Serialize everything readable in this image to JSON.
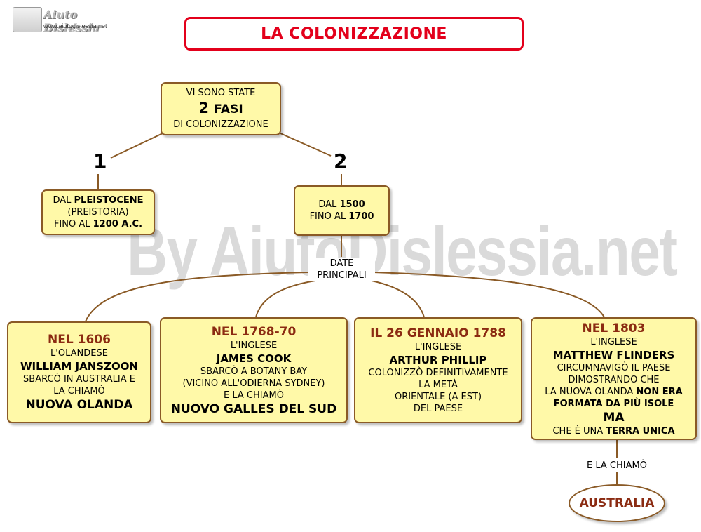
{
  "logo": {
    "name": "Aiuto Dislessia",
    "url": "www.aiutodislessia.net"
  },
  "title": "LA COLONIZZAZIONE",
  "watermark": "By AiutoDislessia.net",
  "root": {
    "line1": "VI SONO STATE",
    "line2a": "2 ",
    "line2b": "FASI",
    "line3": "DI COLONIZZAZIONE"
  },
  "branch_numbers": [
    "1",
    "2"
  ],
  "phase1": {
    "l1a": "DAL ",
    "l1b": "PLEISTOCENE",
    "l2": "(PREISTORIA)",
    "l3a": "FINO AL ",
    "l3b": "1200 A.C."
  },
  "phase2": {
    "l1a": "DAL ",
    "l1b": "1500",
    "l2a": "FINO AL ",
    "l2b": "1700"
  },
  "dates_label": {
    "line1": "DATE",
    "line2": "PRINCIPALI"
  },
  "events": [
    {
      "date": "NEL 1606",
      "l1": "L'OLANDESE",
      "name": "WILLIAM JANSZOON",
      "l2": "SBARCÒ IN AUSTRALIA E",
      "l3": "LA CHIAMÒ",
      "result": "NUOVA OLANDA"
    },
    {
      "date": "NEL 1768-70",
      "l1": "L'INGLESE",
      "name": "JAMES COOK",
      "l2": "SBARCÒ A BOTANY BAY",
      "l3": "(VICINO ALL'ODIERNA SYDNEY)",
      "l4": "E LA CHIAMÒ",
      "result": "NUOVO GALLES DEL SUD"
    },
    {
      "date": "IL 26 GENNAIO 1788",
      "l1": "L'INGLESE",
      "name": "ARTHUR PHILLIP",
      "l2": "COLONIZZÒ DEFINITIVAMENTE",
      "l3": "LA METÀ",
      "l4": "ORIENTALE (A EST)",
      "l5": "DEL PAESE"
    },
    {
      "date": "NEL 1803",
      "l1": "L'INGLESE",
      "name": "MATTHEW FLINDERS",
      "l2": "CIRCUMNAVIGÒ IL PAESE",
      "l3": "DIMOSTRANDO CHE",
      "l4a": "LA NUOVA OLANDA ",
      "l4b": "NON ERA",
      "l5": "FORMATA DA PIÙ ISOLE",
      "ma": "MA",
      "l6a": "CHE È UNA ",
      "l6b": "TERRA UNICA"
    }
  ],
  "final_link": "E LA CHIAMÒ",
  "final": "AUSTRALIA",
  "colors": {
    "title_red": "#e3001b",
    "node_fill": "#fff9a8",
    "border_brown": "#8a5a26",
    "date_brown": "#8b2b12"
  }
}
